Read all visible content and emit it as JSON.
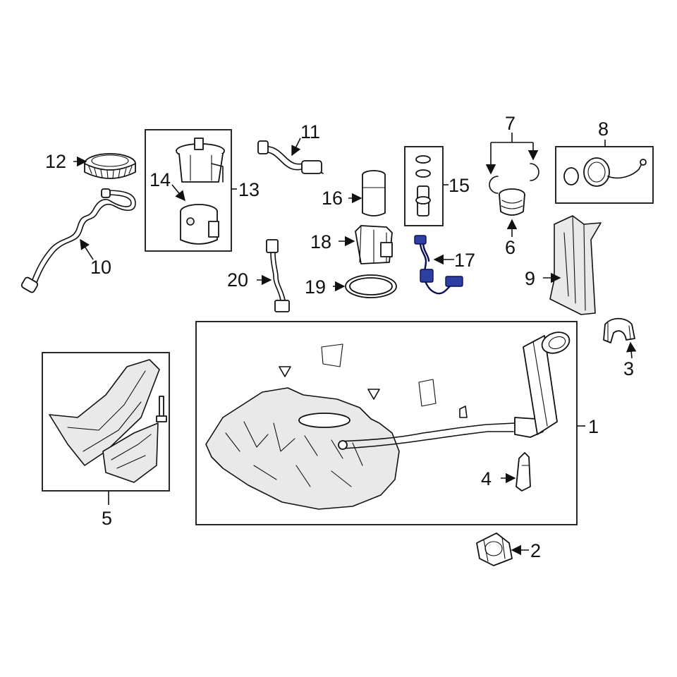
{
  "callouts": {
    "c1": "1",
    "c2": "2",
    "c3": "3",
    "c4": "4",
    "c5": "5",
    "c6": "6",
    "c7": "7",
    "c8": "8",
    "c9": "9",
    "c10": "10",
    "c11": "11",
    "c12": "12",
    "c13": "13",
    "c14": "14",
    "c15": "15",
    "c16": "16",
    "c17": "17",
    "c18": "18",
    "c19": "19",
    "c20": "20"
  },
  "colors": {
    "line": "#111111",
    "background": "#ffffff",
    "highlight": "#2d3fa0"
  },
  "highlighted_part": "17"
}
